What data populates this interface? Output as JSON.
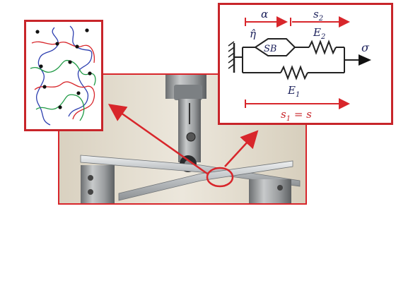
{
  "model": {
    "alpha_label": "α",
    "s2_label": "s",
    "s2_sub": "2",
    "eta_label": "η̂",
    "sb_label": "SB",
    "e2_label": "E",
    "e2_sub": "2",
    "sigma_label": "σ",
    "e1_label": "E",
    "e1_sub": "1",
    "s1_label_a": "s",
    "s1_sub": "1",
    "s1_label_b": " = s"
  },
  "colors": {
    "accent": "#d8262b",
    "text_dark": "#1a1f5a",
    "chain_blue": "#2d3fb0",
    "chain_red": "#d8262b",
    "chain_green": "#1f9a45",
    "crosslink": "#111111"
  },
  "icons": [
    "zoom-arrow",
    "spring-icon",
    "damper-box",
    "ground-wall-icon",
    "force-arrow"
  ]
}
